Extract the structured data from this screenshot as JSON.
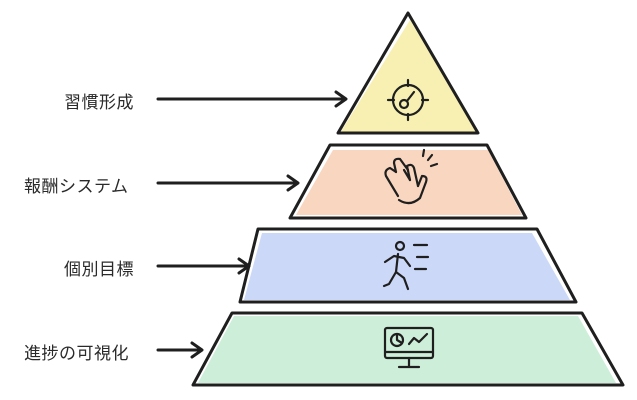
{
  "diagram": {
    "levels": [
      {
        "label": "習慣形成",
        "icon": "target-gauge-icon",
        "fill": "#f7f0b2"
      },
      {
        "label": "報酬システム",
        "icon": "clapping-hands-icon",
        "fill": "#f8d6bf"
      },
      {
        "label": "個別目標",
        "icon": "running-person-icon",
        "fill": "#cbd8f8"
      },
      {
        "label": "進捗の可視化",
        "icon": "dashboard-monitor-icon",
        "fill": "#cdeed8"
      }
    ],
    "stroke_color": "#1f1f1f",
    "arrow_color": "#1f1f1f"
  }
}
